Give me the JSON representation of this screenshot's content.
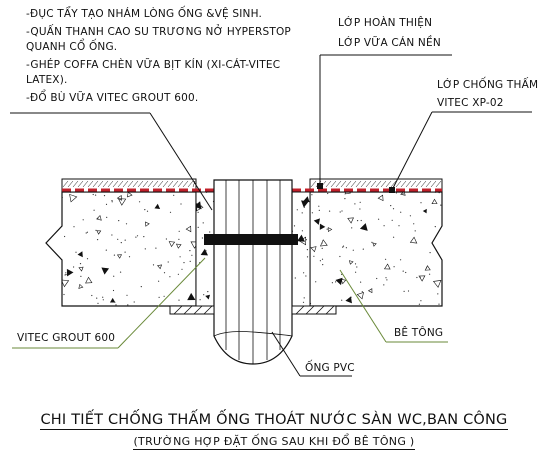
{
  "notes": [
    "-ĐỤC TẨY TẠO NHÁM LÒNG ỐNG &VỆ SINH.",
    "-QUẤN THANH CAO SU TRƯƠNG NỞ HYPERSTOP",
    "QUANH CỔ ỐNG.",
    "-GHÉP COFFA CHÈN VỮA BỊT KÍN (XI-CÁT-VITEC",
    "LATEX).",
    "-ĐỔ BÙ VỮA VITEC GROUT 600."
  ],
  "labels": {
    "finish_layer": "LỚP HOÀN THIỆN",
    "screed_layer": "LỚP VỮA CÁN NỀN",
    "waterproof_layer": "LỚP CHỐNG THẤM",
    "waterproof_product": "VITEC XP-02",
    "grout": "VITEC GROUT 600",
    "concrete": "BÊ TÔNG",
    "pipe": "ỐNG PVC"
  },
  "title": "CHI TIẾT CHỐNG THẤM ỐNG THOÁT NƯỚC SÀN WC,BAN CÔNG",
  "subtitle": "(TRƯỜNG HỢP ĐẶT ỐNG SAU KHI ĐỔ BÊ TÔNG )",
  "colors": {
    "line": "#111111",
    "waterproof": "#c0202a",
    "leader": "#6a8a3a"
  }
}
